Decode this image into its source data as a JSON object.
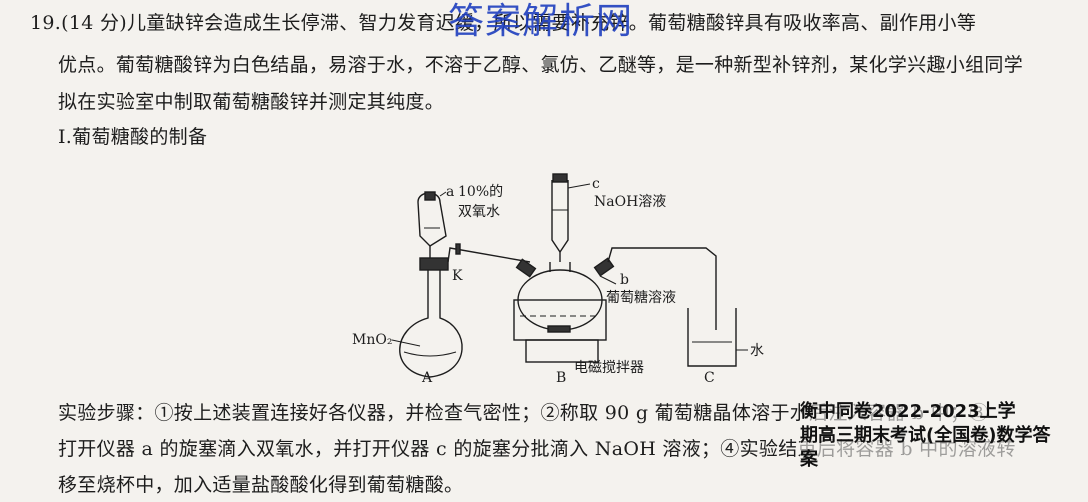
{
  "question": {
    "line1": "19.(14 分)儿童缺锌会造成生长停滞、智力发育迟缓，所以需要补充锌。葡萄糖酸锌具有吸收率高、副作用小等",
    "line2": "优点。葡萄糖酸锌为白色结晶，易溶于水，不溶于乙醇、氯仿、乙醚等，是一种新型补锌剂，某化学兴趣小组同学",
    "line3": "拟在实验室中制取葡萄糖酸锌并测定其纯度。",
    "section_heading": "Ⅰ.葡萄糖酸的制备"
  },
  "diagram": {
    "label_a": "a",
    "label_a_reagent_1": "10%的",
    "label_a_reagent_2": "双氧水",
    "label_k": "K",
    "label_mno2": "MnO₂",
    "label_A": "A",
    "label_c": "c",
    "label_c_reagent": "NaOH溶液",
    "label_b": "b",
    "label_glucose": "葡萄糖溶液",
    "label_stirrer": "电磁搅拌器",
    "label_B": "B",
    "label_water": "水",
    "label_C": "C"
  },
  "steps": {
    "line1": "实验步骤：①按上述装置连接好各仪器，并检查气密性；②称取 90 g 葡萄糖晶体溶于水后注入容器 b 中；③",
    "line2": "打开仪器 a 的旋塞滴入双氧水，并打开仪器 c 的旋塞分批滴入 NaOH 溶液；④实验结束后将容器 b 中的溶液转",
    "line3": "移至烧杯中，加入适量盐酸酸化得到葡萄糖酸。"
  },
  "watermarks": {
    "top": "答案解析网",
    "bottom_right_1": "衡中同卷2022-2023上学",
    "bottom_right_2": "期高三期末考试(全国卷)数学答",
    "bottom_right_3": "案"
  }
}
